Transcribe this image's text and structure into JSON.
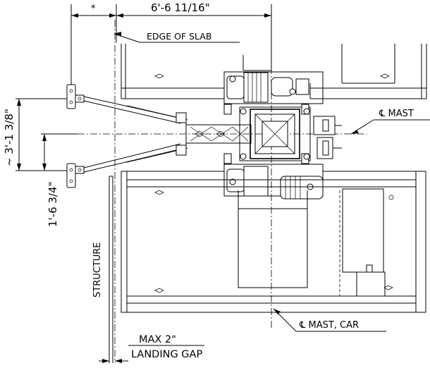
{
  "labels": {
    "dim_star": "*",
    "dim_top": "6'-6 11/16\"",
    "edge_of_slab": "EDGE OF SLAB",
    "cl_mast": "℄ MAST",
    "dim_vertical_upper": "~ 3'-1 3/8\"",
    "dim_vertical_lower": "1'-6 3/4\"",
    "structure": "STRUCTURE",
    "cl_mast_car": "℄ MAST, CAR",
    "max_gap_line1": "MAX 2\"",
    "max_gap_line2": "LANDING GAP"
  }
}
